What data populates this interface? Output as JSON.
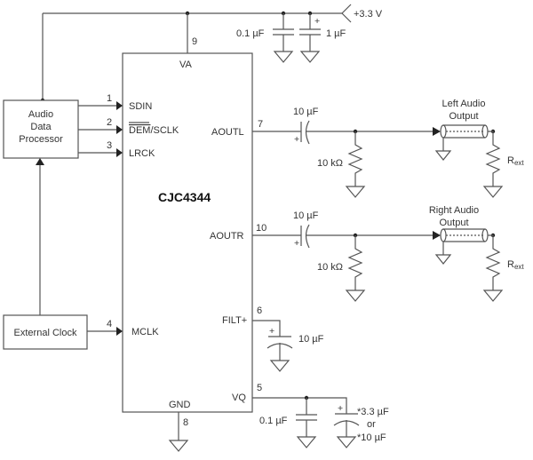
{
  "chip": {
    "name": "CJC4344",
    "pins": {
      "va": {
        "label": "VA",
        "number": "9"
      },
      "sdin": {
        "label": "SDIN",
        "number": "1"
      },
      "dem_sclk": {
        "label_overline": "DEM",
        "label_rest": "/SCLK",
        "number": "2"
      },
      "lrck": {
        "label": "LRCK",
        "number": "3"
      },
      "mclk": {
        "label": "MCLK",
        "number": "4"
      },
      "aoutl": {
        "label": "AOUTL",
        "number": "7"
      },
      "aoutr": {
        "label": "AOUTR",
        "number": "10"
      },
      "filt": {
        "label": "FILT+",
        "number": "6"
      },
      "vq": {
        "label": "VQ",
        "number": "5"
      },
      "gnd": {
        "label": "GND",
        "number": "8"
      }
    }
  },
  "blocks": {
    "audio_processor": [
      "Audio",
      "Data",
      "Processor"
    ],
    "external_clock": "External Clock"
  },
  "supply": {
    "label": "+3.3 V",
    "cap1": "0.1 µF",
    "cap2": "1 µF",
    "cap2_polarity": "+"
  },
  "left_output": {
    "cap": "10 µF",
    "cap_polarity": "+",
    "resistor": "10 kΩ",
    "title": [
      "Left Audio",
      "Output"
    ],
    "load_main": "R",
    "load_sub": "ext"
  },
  "right_output": {
    "cap": "10 µF",
    "cap_polarity": "+",
    "resistor": "10 kΩ",
    "title": [
      "Right Audio",
      "Output"
    ],
    "load_main": "R",
    "load_sub": "ext"
  },
  "filt_cap": {
    "value": "10 µF",
    "polarity": "+"
  },
  "vq_caps": {
    "cap1": "0.1 µF",
    "cap2_polarity": "+",
    "cap2_lines": [
      "*3.3 µF",
      "or",
      "*10 µF"
    ]
  }
}
